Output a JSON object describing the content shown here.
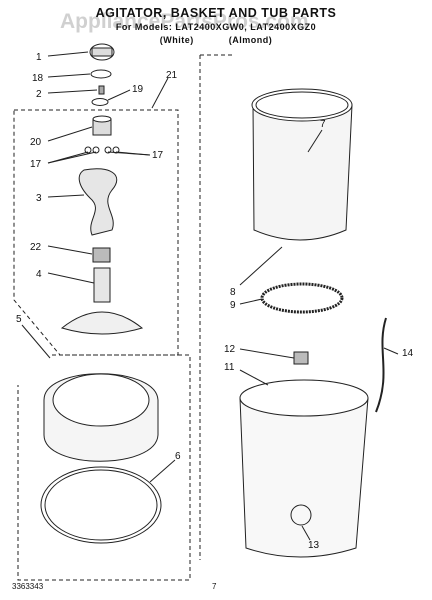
{
  "header": {
    "title": "AGITATOR, BASKET AND TUB PARTS",
    "model_line": "For Models: LAT2400XGW0, LAT2400XGZ0",
    "variant_white": "(White)",
    "variant_almond": "(Almond)",
    "watermark": "AppliancePartsPros.com"
  },
  "footer": {
    "doc_number": "3363343",
    "page_number": "7"
  },
  "callouts": [
    "1",
    "18",
    "2",
    "19",
    "21",
    "20",
    "17",
    "17",
    "3",
    "22",
    "4",
    "5",
    "6",
    "7",
    "8",
    "9",
    "12",
    "11",
    "14",
    "13"
  ]
}
